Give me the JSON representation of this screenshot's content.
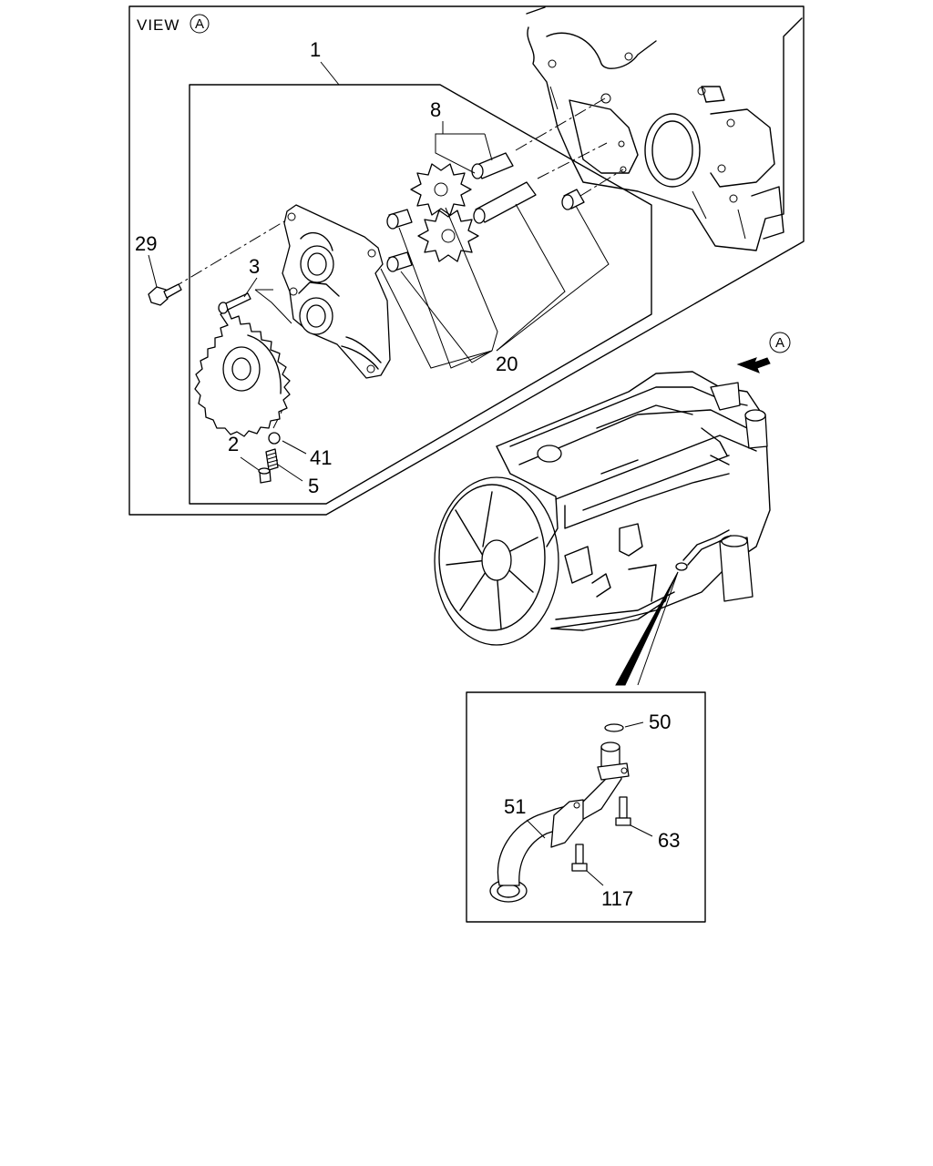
{
  "view_label": "VIEW",
  "view_marker": "A",
  "engine_view_marker": "A",
  "callouts": {
    "c1": "1",
    "c2": "2",
    "c3": "3",
    "c5": "5",
    "c8": "8",
    "c20": "20",
    "c29": "29",
    "c41": "41",
    "c50": "50",
    "c51": "51",
    "c63": "63",
    "c117": "117"
  }
}
